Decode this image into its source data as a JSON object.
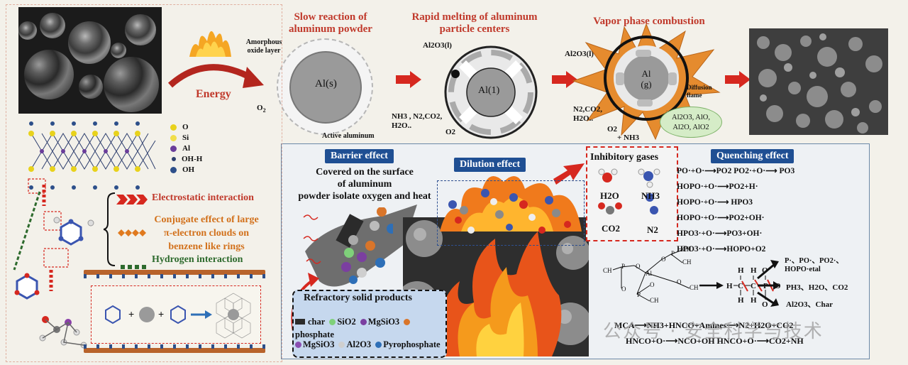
{
  "stage1": {
    "title": "Slow reaction of aluminum powder",
    "amorphous": "Amorphous oxide layer",
    "core": "Al(s)",
    "o2": "O",
    "o2_sub": "2",
    "active": "Active aluminum",
    "energy": "Energy"
  },
  "stage2": {
    "title": "Rapid melting of aluminum particle centers",
    "al2o3": "Al2O3(l)",
    "core": "Al(1)",
    "gases": "NH3 , N2,CO2, H2O..",
    "o2": "O2"
  },
  "stage3": {
    "title": "Vapor phase combustion",
    "al2o3": "Al2O3(l)",
    "core_top": "Al",
    "core_bot": "(g)",
    "diffusion": "Diffusion flame",
    "gases": "N2,CO2, H2O..",
    "o2": "O2",
    "nh3": "+ NH3",
    "products_l1": "Al2O3, AlO,",
    "products_l2": "Al2O, AlO2"
  },
  "legend": [
    {
      "label": "O",
      "color": "#e8d21c"
    },
    {
      "label": "Si",
      "color": "#f1de4a"
    },
    {
      "label": "Al",
      "color": "#6a3d9a"
    },
    {
      "label": "OH-H",
      "color": "#2e3f6e"
    },
    {
      "label": "OH",
      "color": "#2d4f8a"
    }
  ],
  "interactions": {
    "electrostatic": "Electrostatic interaction",
    "conjugate_l1": "Conjugate effect of large",
    "conjugate_l2": "π-electron clouds on",
    "conjugate_l3": "benzene like rings",
    "hydrogen": "Hydrogen interaction"
  },
  "barrier": {
    "tag": "Barrier effect",
    "text_l1": "Covered on the surface",
    "text_l2": "of aluminum",
    "text_l3": "powder isolate oxygen and heat"
  },
  "dilution": {
    "tag": "Dilution effect"
  },
  "inhibitory": {
    "title": "Inhibitory gases",
    "g1": "H2O",
    "g2": "NH3",
    "g3": "CO2",
    "g4": "N2"
  },
  "refractory": {
    "title": "Refractory solid products",
    "items": [
      {
        "label": "char",
        "color": "#2b2b2b"
      },
      {
        "label": "SiO2",
        "color": "#7fd07a"
      },
      {
        "label": "MgSiO3",
        "color": "#7b3fa0"
      },
      {
        "label": "phosphate",
        "color": "#d9752a"
      },
      {
        "label": "MgSiO3",
        "color": "#8a4fb2"
      },
      {
        "label": "Al2O3",
        "color": "#cfcfcf"
      },
      {
        "label": "Pyrophosphate",
        "color": "#2e6fb7"
      }
    ]
  },
  "quenching": {
    "tag": "Quenching effect",
    "equations": [
      "PO·+O·⟶PO2 PO2·+O·⟶ PO3",
      "HOPO·+O·⟶PO2+H·",
      "HOPO·+O·⟶ HPO3",
      "HOPO·+O·⟶PO2+OH·",
      "HPO3·+O·⟶PO3+OH·",
      "HPO3·+O·⟶HOPO+O2"
    ]
  },
  "decomp": {
    "p1": "P·、PO·、PO2·、",
    "p1b": "HOPO·etal",
    "p2": "PH3、H2O、CO2",
    "p3": "Al2O3、Char",
    "eq1": "MCA⟶NH3+HNCO+Amines⟶N2+H2O+CO2",
    "eq2": "HNCO+O·⟶NCO+OH HNCO+O·⟶CO2+NH"
  },
  "watermark": "公众号 · 安全科学与技术"
}
